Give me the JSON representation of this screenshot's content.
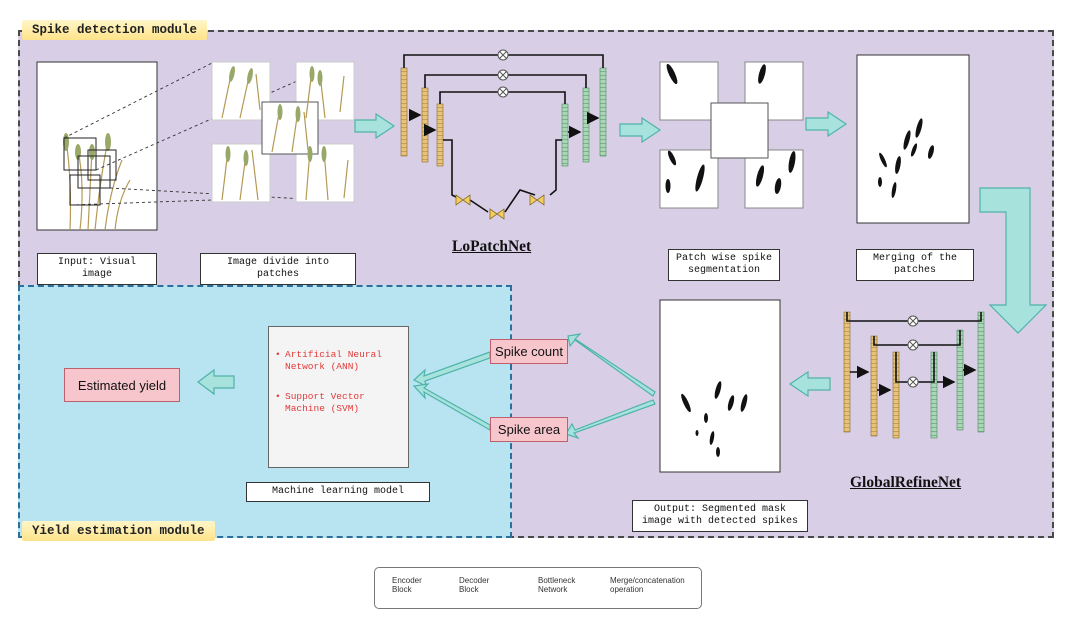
{
  "modules": {
    "spike_detection": "Spike detection module",
    "yield_estimation": "Yield estimation module"
  },
  "captions": {
    "input": "Input: Visual image",
    "patches": "Image divide into patches",
    "patch_seg": "Patch wise spike segmentation",
    "merging": "Merging of the patches",
    "output": "Output: Segmented mask image with detected spikes",
    "ml_model": "Machine learning model"
  },
  "networks": {
    "lopatch": "LoPatchNet",
    "globalrefine": "GlobalRefineNet"
  },
  "features": {
    "count": "Spike count",
    "area": "Spike area"
  },
  "result": "Estimated yield",
  "ml_methods": [
    "Artificial Neural Network (ANN)",
    "Support Vector Machine (SVM)"
  ],
  "legend": {
    "encoder": "Encoder Block",
    "decoder": "Decoder Block",
    "bottleneck": "Bottleneck Network",
    "merge": "Merge/concatenation operation"
  },
  "colors": {
    "encoder": "#e6c27a",
    "decoder": "#a9d6b4",
    "arrow_fill": "#a8e2dc",
    "arrow_stroke": "#4fb3aa",
    "pink_box": "#f7c6cc",
    "ml_text": "#e23b3b"
  }
}
